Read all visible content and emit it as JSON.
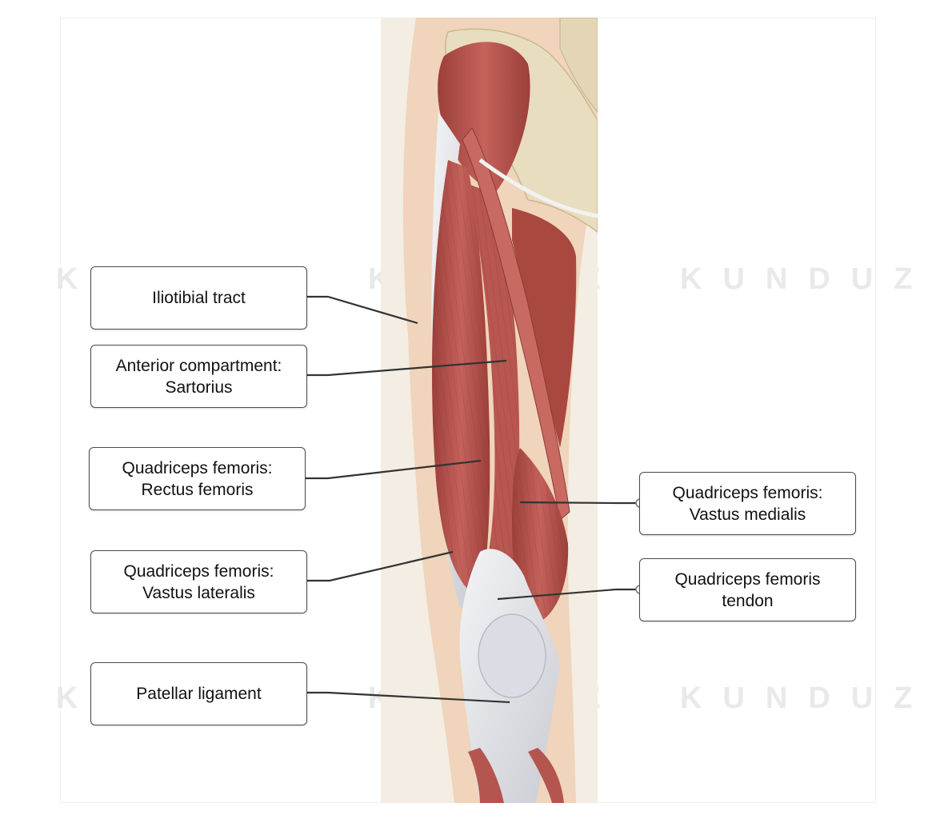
{
  "labels": {
    "iliotibial": {
      "line1": "Iliotibial tract",
      "line2": ""
    },
    "sartorius": {
      "line1": "Anterior compartment:",
      "line2": "Sartorius"
    },
    "rectus": {
      "line1": "Quadriceps femoris:",
      "line2": "Rectus femoris"
    },
    "lateralis": {
      "line1": "Quadriceps femoris:",
      "line2": "Vastus lateralis"
    },
    "patellar": {
      "line1": "Patellar ligament",
      "line2": ""
    },
    "medialis": {
      "line1": "Quadriceps femoris:",
      "line2": "Vastus medialis"
    },
    "tendon": {
      "line1": "Quadriceps femoris",
      "line2": "tendon"
    }
  },
  "watermark": {
    "text": "KUNDUZ"
  },
  "colors": {
    "muscle": "#b5554f",
    "muscle_dark": "#8e3a36",
    "tendon": "#dfe1e6",
    "skin": "#f1d3b8",
    "bone": "#e8dcc0",
    "leader": "#333333"
  }
}
